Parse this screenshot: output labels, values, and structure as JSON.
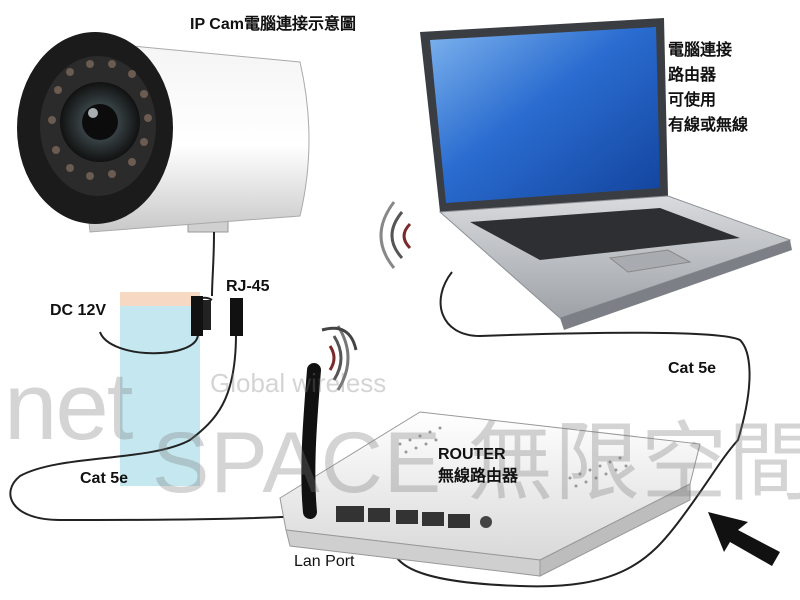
{
  "title": "IP Cam電腦連接示意圖",
  "pc_note": [
    "電腦連接",
    "路由器",
    "可使用",
    "有線或無線"
  ],
  "labels": {
    "rj45": "RJ-45",
    "dc12v": "DC 12V",
    "cat5e_left": "Cat 5e",
    "cat5e_right": "Cat 5e",
    "router_en": "ROUTER",
    "router_zh": "無線路由器",
    "lan_port": "Lan Port"
  },
  "watermark": {
    "net": "net",
    "global": "Global wireless",
    "space": "SPACE 無限空間"
  },
  "colors": {
    "panel_blue": "#bfe6ee",
    "panel_peach": "#f7d8c2",
    "cable": "#222222",
    "laptop_screen": "#1f5fbf",
    "laptop_body": "#b9bcc0"
  },
  "icons": [
    "ip-camera-icon",
    "laptop-icon",
    "router-icon",
    "wifi-signal-icon",
    "arrow-icon",
    "rj45-connector-icon"
  ]
}
